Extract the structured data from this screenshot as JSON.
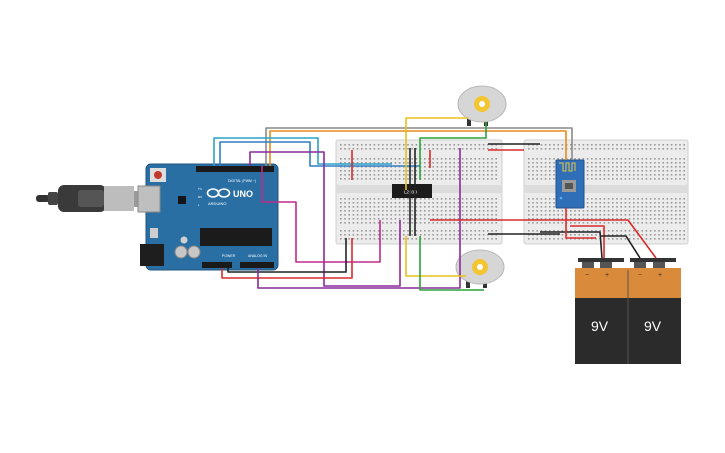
{
  "arduino": {
    "logo_text": "UNO",
    "brand_text": "ARDUINO",
    "digital_label": "DIGITAL (PWM ~)",
    "power_label": "POWER",
    "analog_label": "ANALOG IN",
    "tx_label": "TX",
    "rx_label": "RX",
    "l_label": "L"
  },
  "ic": {
    "label": "L293D"
  },
  "batteries": [
    {
      "label": "9V",
      "minus": "−",
      "plus": "+"
    },
    {
      "label": "9V",
      "minus": "−",
      "plus": "+"
    }
  ],
  "colors": {
    "board_blue": "#2a6fa3",
    "breadboard": "#ececec",
    "battery_orange": "#d98a3a",
    "battery_black": "#2b2b2b",
    "motor_gray": "#d6d6d6",
    "motor_yellow": "#f3c531",
    "esp_blue": "#2f6fb8",
    "wire_red": "#d92b2b",
    "wire_black": "#222222",
    "wire_blue": "#2f7fc4",
    "wire_cyan": "#2aa3c9",
    "wire_purple": "#8a2a9a",
    "wire_magenta": "#c02a8a",
    "wire_orange": "#e88a1a",
    "wire_yellow": "#e6c21a",
    "wire_green": "#2aa33a",
    "wire_gray": "#8a8a8a"
  }
}
